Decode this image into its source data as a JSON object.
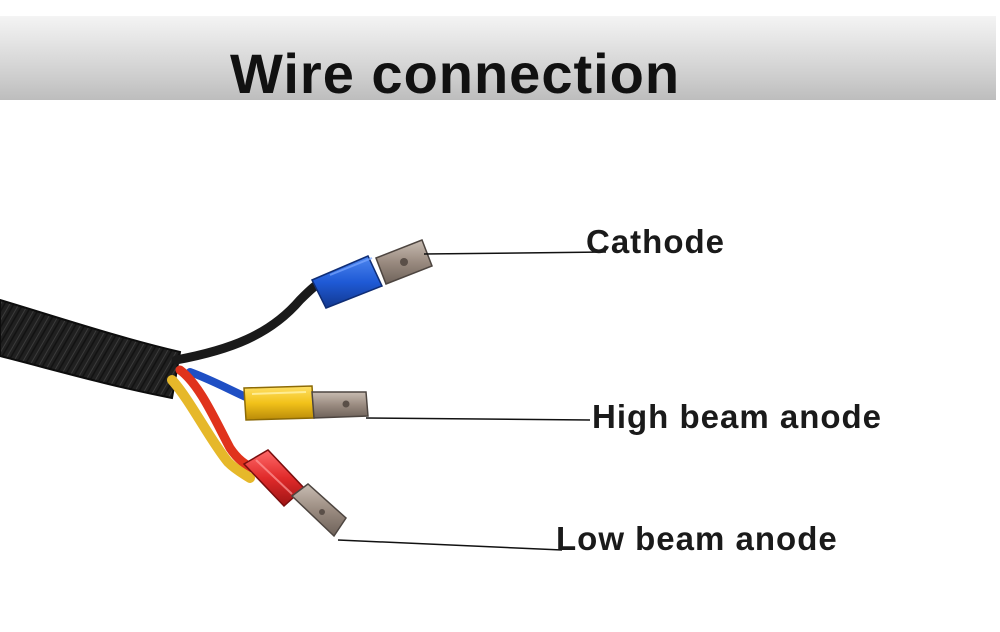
{
  "header": {
    "title": "Wire connection"
  },
  "labels": {
    "cathode": "Cathode",
    "high_beam": "High beam anode",
    "low_beam": "Low beam anode"
  },
  "colors": {
    "cable_sleeve": "#1c1c1c",
    "wire_black": "#1a1a1a",
    "wire_blue": "#1f4fc4",
    "wire_yellow": "#e6b82a",
    "wire_red": "#e0331c",
    "connector_blue": "#1f5ad6",
    "connector_yellow": "#f2c21a",
    "connector_red": "#e02a2a",
    "terminal_metal": "#9a8b80"
  }
}
